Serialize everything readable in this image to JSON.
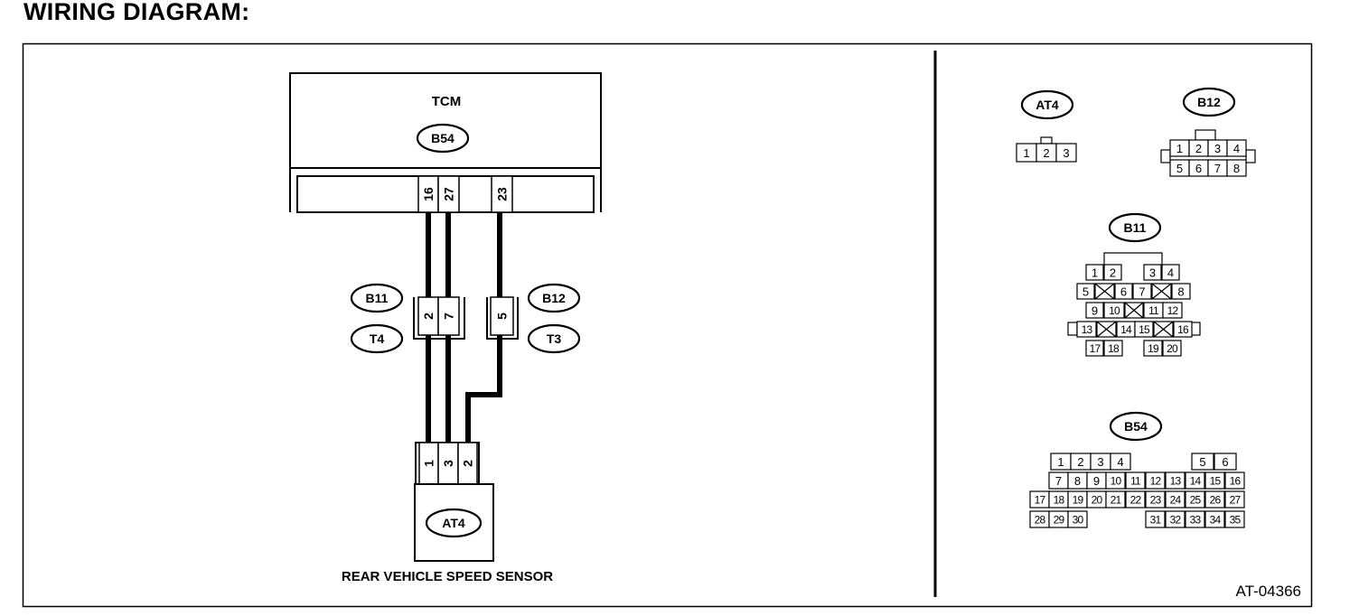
{
  "heading": "WIRING DIAGRAM:",
  "figure_id": "AT-04366",
  "tcm": {
    "title": "TCM",
    "connector": "B54",
    "pins": [
      "16",
      "27",
      "23"
    ]
  },
  "joint_left": {
    "labels": [
      "B11",
      "T4"
    ],
    "pins": [
      "2",
      "7"
    ]
  },
  "joint_right": {
    "labels": [
      "B12",
      "T3"
    ],
    "pins": [
      "5"
    ]
  },
  "sensor": {
    "connector": "AT4",
    "pins": [
      "1",
      "3",
      "2"
    ],
    "caption": "REAR VEHICLE SPEED SENSOR"
  },
  "connector_views": {
    "at4": {
      "label": "AT4",
      "pins": [
        "1",
        "2",
        "3"
      ]
    },
    "b12": {
      "label": "B12",
      "row1": [
        "1",
        "2",
        "3",
        "4"
      ],
      "row2": [
        "5",
        "6",
        "7",
        "8"
      ]
    },
    "b11": {
      "label": "B11",
      "row1": [
        "1",
        "2",
        "3",
        "4"
      ],
      "row2": [
        "5",
        "6",
        "7",
        "8"
      ],
      "row3": [
        "9",
        "10",
        "11",
        "12"
      ],
      "row4": [
        "13",
        "14",
        "15",
        "16"
      ],
      "row5": [
        "17",
        "18",
        "19",
        "20"
      ]
    },
    "b54": {
      "label": "B54",
      "row1": [
        "1",
        "2",
        "3",
        "4",
        "5",
        "6"
      ],
      "row2": [
        "7",
        "8",
        "9",
        "10",
        "11",
        "12",
        "13",
        "14",
        "15",
        "16"
      ],
      "row3": [
        "17",
        "18",
        "19",
        "20",
        "21",
        "22",
        "23",
        "24",
        "25",
        "26",
        "27"
      ],
      "row4": [
        "28",
        "29",
        "30",
        "31",
        "32",
        "33",
        "34",
        "35"
      ]
    }
  }
}
